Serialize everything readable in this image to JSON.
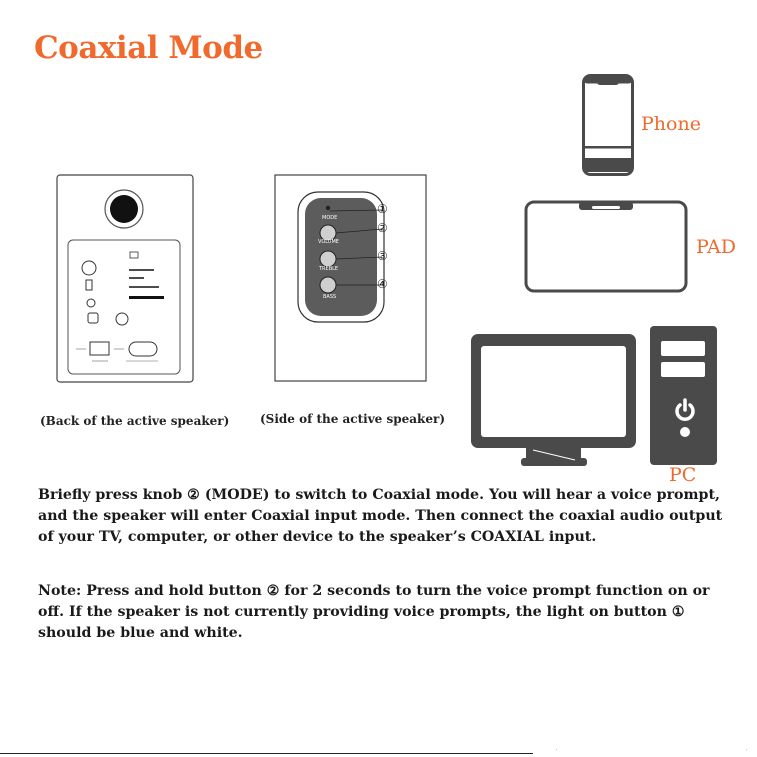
{
  "page_title": "Coaxial Mode",
  "devices": {
    "phone": "Phone",
    "pad": "PAD",
    "pc": "PC"
  },
  "captions": {
    "back": "(Back of the active speaker)",
    "side": "(Side of the active speaker)"
  },
  "side_panel": {
    "knob_labels": [
      "MODE",
      "VOLUME",
      "TREBLE",
      "BASS"
    ],
    "callouts": [
      "①",
      "②",
      "③",
      "④"
    ]
  },
  "instructions": {
    "main": "Briefly press knob ② (MODE) to switch to Coaxial mode. You will hear a voice prompt, and the speaker will enter Coaxial input mode. Then connect the coaxial audio output of your TV, computer, or other device to the speaker’s COAXIAL input.",
    "note": "Note: Press and hold button ② for 2 seconds to turn the voice prompt function on or off. If the speaker is not currently providing voice prompts, the light on button ① should be blue and white."
  },
  "colors": {
    "accent": "#f06a2e",
    "device_gray": "#4a4a4a",
    "panel_gray": "#5c5c5c"
  }
}
